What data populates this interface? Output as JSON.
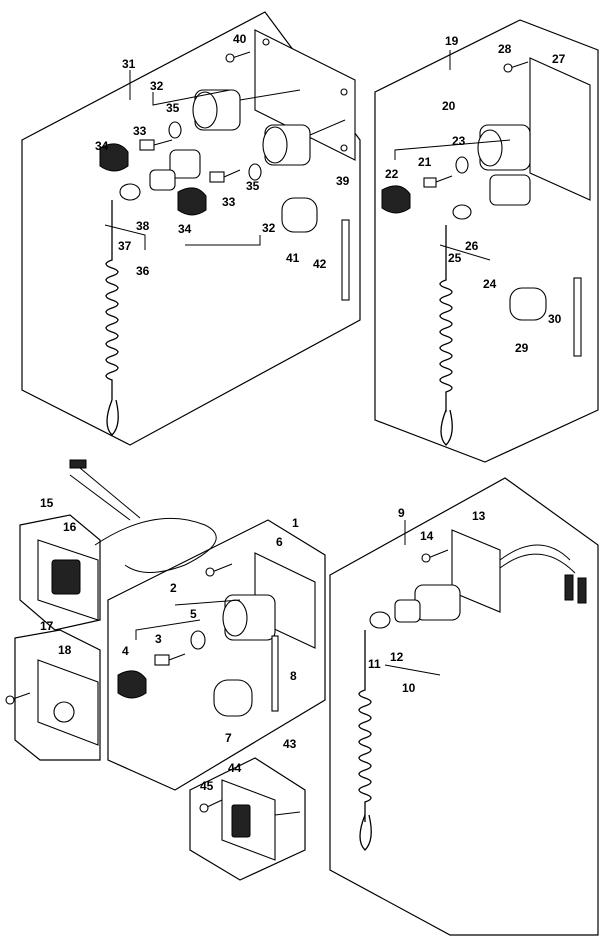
{
  "callouts": {
    "c1": "1",
    "c2": "2",
    "c3": "3",
    "c4": "4",
    "c5": "5",
    "c6": "6",
    "c7": "7",
    "c8": "8",
    "c9": "9",
    "c10": "10",
    "c11": "11",
    "c12": "12",
    "c13": "13",
    "c14": "14",
    "c15": "15",
    "c16": "16",
    "c17": "17",
    "c18": "18",
    "c19": "19",
    "c20": "20",
    "c21": "21",
    "c22": "22",
    "c23": "23",
    "c24": "24",
    "c25": "25",
    "c26": "26",
    "c27": "27",
    "c28": "28",
    "c29": "29",
    "c30": "30",
    "c31": "31",
    "c32a": "32",
    "c32b": "32",
    "c33a": "33",
    "c33b": "33",
    "c34a": "34",
    "c34b": "34",
    "c35a": "35",
    "c35b": "35",
    "c36": "36",
    "c37": "37",
    "c38": "38",
    "c39": "39",
    "c40": "40",
    "c41": "41",
    "c42": "42",
    "c43": "43",
    "c44": "44",
    "c45": "45"
  }
}
